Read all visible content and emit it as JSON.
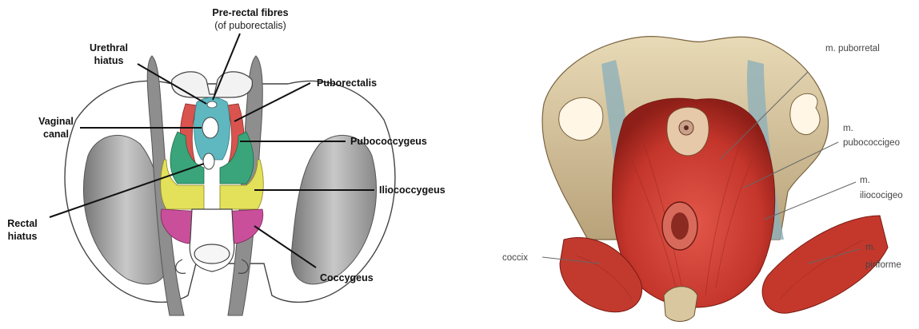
{
  "diagram_labels": {
    "prerectal_line1": "Pre-rectal fibres",
    "prerectal_line2": "(of puborectalis)",
    "urethral_line1": "Urethral",
    "urethral_line2": "hiatus",
    "puborectalis": "Puborectalis",
    "vaginal_line1": "Vaginal",
    "vaginal_line2": "canal",
    "pubococcygeus": "Pubococcygeus",
    "iliococcygeus": "Iliococcygeus",
    "rectal_line1": "Rectal",
    "rectal_line2": "hiatus",
    "coccygeus": "Coccygeus"
  },
  "photo_labels": {
    "puborretal": "m. puborretal",
    "pubococcigeo_line1": "m.",
    "pubococcigeo_line2": "pubococcigeo",
    "iliococigeo_line1": "m.",
    "iliococigeo_line2": "iliococigeo",
    "coccix": "coccix",
    "piriforme_line1": "m.",
    "piriforme_line2": "piriforme"
  },
  "colors": {
    "puborectalis": "#d9534f",
    "pubococcygeus": "#3aa57a",
    "iliococcygeus": "#e3e05a",
    "coccygeus": "#c94f9a",
    "prerectal": "#5fb8c0",
    "muscle_grey": "#9a9a9a",
    "photo_muscle": "#c8342a",
    "photo_bone": "#d9c7a0"
  }
}
